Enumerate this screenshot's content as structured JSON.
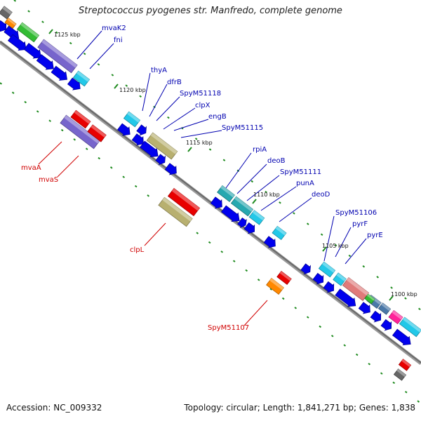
{
  "title": "Streptococcus pyogenes str. Manfredo, complete genome",
  "accession": "Accession: NC_009332",
  "summary": "Topology: circular; Length: 1,841,271 bp; Genes: 1,838",
  "ticks": [
    "1125 kbp",
    "1120 kbp",
    "1115 kbp",
    "1110 kbp",
    "1105 kbp",
    "1100 kbp"
  ],
  "forward_labels": [
    "mvaK2",
    "fni",
    "thyA",
    "dfrB",
    "SpyM51118",
    "clpX",
    "engB",
    "SpyM51115",
    "rpiA",
    "deoB",
    "SpyM51111",
    "punA",
    "deoD",
    "SpyM51106",
    "pyrF",
    "pyrE"
  ],
  "reverse_labels": [
    "mvaA",
    "mvaS",
    "clpL",
    "SpyM51107"
  ],
  "colors": {
    "forward_label": "#0000b0",
    "reverse_label": "#d00000",
    "backbone": "#777777",
    "tick": "#1d8a1d",
    "blue": "#0000ee",
    "cyan": "#22c8e8",
    "teal": "#27a8b0",
    "purple": "#7765cc",
    "red": "#e80000",
    "olive": "#b8b070",
    "orange": "#ff8800",
    "green": "#33bb33",
    "grey": "#666666",
    "pink": "#ff2299",
    "salmon": "#e07a7a",
    "steel": "#4a78a8"
  }
}
